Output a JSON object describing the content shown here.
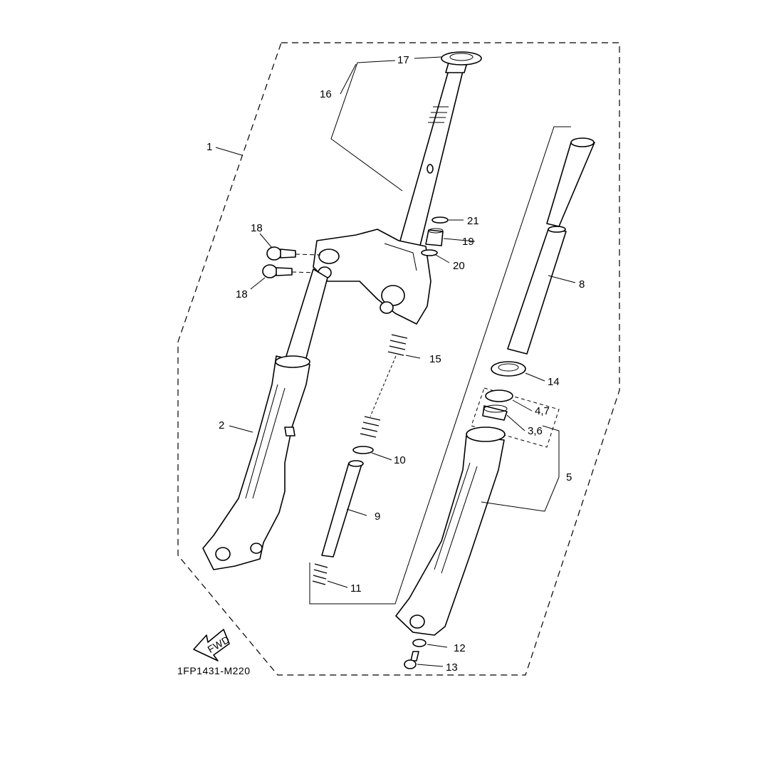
{
  "diagram": {
    "drawing_code": "1FP1431-M220",
    "fwd_label": "FWD",
    "callouts": [
      {
        "id": "c1",
        "text": "1"
      },
      {
        "id": "c2",
        "text": "2"
      },
      {
        "id": "c36",
        "text": "3,6"
      },
      {
        "id": "c47",
        "text": "4,7"
      },
      {
        "id": "c5",
        "text": "5"
      },
      {
        "id": "c8",
        "text": "8"
      },
      {
        "id": "c9",
        "text": "9"
      },
      {
        "id": "c10",
        "text": "10"
      },
      {
        "id": "c11",
        "text": "11"
      },
      {
        "id": "c12",
        "text": "12"
      },
      {
        "id": "c13",
        "text": "13"
      },
      {
        "id": "c14",
        "text": "14"
      },
      {
        "id": "c15",
        "text": "15"
      },
      {
        "id": "c16",
        "text": "16"
      },
      {
        "id": "c17",
        "text": "17"
      },
      {
        "id": "c18a",
        "text": "18"
      },
      {
        "id": "c18b",
        "text": "18"
      },
      {
        "id": "c19",
        "text": "19"
      },
      {
        "id": "c20",
        "text": "20"
      },
      {
        "id": "c21",
        "text": "21"
      }
    ]
  }
}
